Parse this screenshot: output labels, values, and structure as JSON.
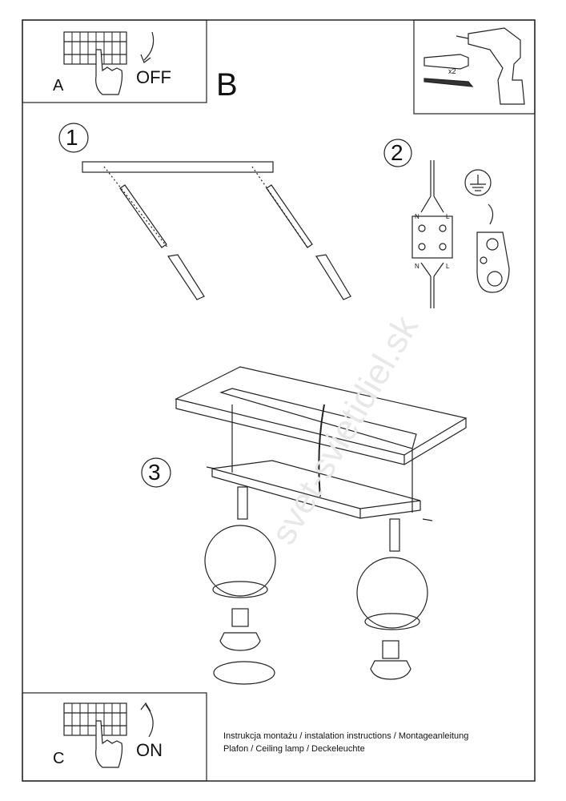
{
  "panels": {
    "a": {
      "letter": "A",
      "state": "OFF"
    },
    "b": {
      "letter": "B"
    },
    "c": {
      "letter": "C",
      "state": "ON"
    },
    "tools": {
      "quantity": "x2"
    }
  },
  "steps": [
    {
      "number": "1"
    },
    {
      "number": "2",
      "terminals_top": [
        "N",
        "L"
      ],
      "terminals_bottom": [
        "N",
        "L"
      ]
    },
    {
      "number": "3"
    }
  ],
  "footer": {
    "line1": "Instrukcja montażu / instalation instructions / Montageanleitung",
    "line2": "Plafon / Ceiling lamp / Deckeleuchte"
  },
  "watermark": "svet-svietidiel.sk"
}
